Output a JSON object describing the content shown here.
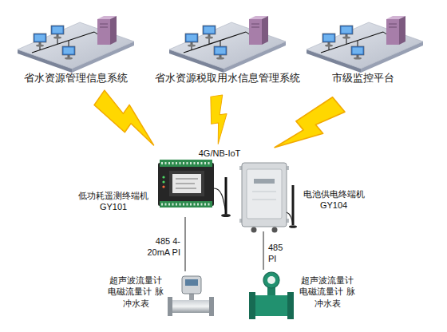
{
  "diagram": {
    "nodes": [
      {
        "text": [
          "省水资源管理信息系统"
        ]
      },
      {
        "text": [
          "省水资源税取用水信息管理系统"
        ]
      },
      {
        "text": [
          "市级监控平台"
        ]
      },
      {
        "text": [
          "低功耗遥测终端机 GY101"
        ]
      },
      {
        "text": [
          "电池供电终端机 GY104"
        ]
      },
      {
        "text": [
          "超声波流量计 电磁流量计 脉冲水表"
        ]
      },
      {
        "text": [
          "超声波流量计 电磁流量计 脉冲水表"
        ]
      }
    ],
    "edges": [
      {
        "from": 3,
        "to": 5,
        "label": "485 4-20mA PI",
        "arrow": "none"
      },
      {
        "from": 4,
        "to": 6,
        "label": "485 PI",
        "arrow": "none"
      }
    ],
    "labels": [
      "4G/NB-IoT"
    ]
  }
}
